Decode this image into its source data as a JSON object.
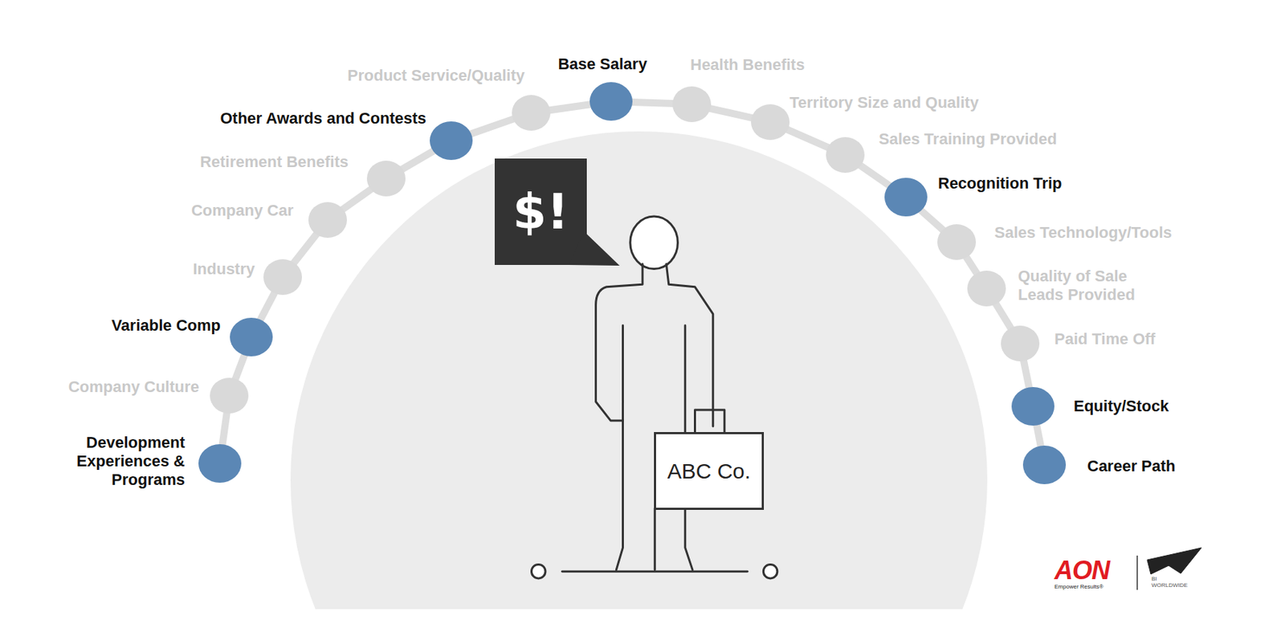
{
  "diagram": {
    "nodes": [
      {
        "text": [
          "Development Experiences & Programs"
        ]
      },
      {
        "text": [
          "Company Culture"
        ]
      },
      {
        "text": [
          "Variable Comp"
        ]
      },
      {
        "text": [
          "Industry"
        ]
      },
      {
        "text": [
          "Company Car"
        ]
      },
      {
        "text": [
          "Retirement Benefits"
        ]
      },
      {
        "text": [
          "Other Awards and Contests"
        ]
      },
      {
        "text": [
          "Product Service/Quality"
        ]
      },
      {
        "text": [
          "Base Salary"
        ]
      },
      {
        "text": [
          "Health Benefits"
        ]
      },
      {
        "text": [
          "Territory Size and Quality"
        ]
      },
      {
        "text": [
          "Sales Training Provided"
        ]
      },
      {
        "text": [
          "Recognition Trip"
        ]
      },
      {
        "text": [
          "Sales Technology/Tools"
        ]
      },
      {
        "text": [
          "Quality of Sale Leads Provided"
        ]
      },
      {
        "text": [
          "Paid Time Off"
        ]
      },
      {
        "text": [
          "Equity/Stock"
        ]
      },
      {
        "text": [
          "Career Path"
        ]
      },
      {
        "text": [
          "$!"
        ]
      },
      {
        "text": [
          "ABC Co."
        ]
      }
    ],
    "edges": [
      {
        "from": 0,
        "to": 1,
        "arrow": "none"
      },
      {
        "from": 1,
        "to": 2,
        "arrow": "none"
      },
      {
        "from": 2,
        "to": 3,
        "arrow": "none"
      },
      {
        "from": 3,
        "to": 4,
        "arrow": "none"
      },
      {
        "from": 4,
        "to": 5,
        "arrow": "none"
      },
      {
        "from": 5,
        "to": 6,
        "arrow": "none"
      },
      {
        "from": 6,
        "to": 7,
        "arrow": "none"
      },
      {
        "from": 7,
        "to": 8,
        "arrow": "none"
      },
      {
        "from": 8,
        "to": 9,
        "arrow": "none"
      },
      {
        "from": 9,
        "to": 10,
        "arrow": "none"
      },
      {
        "from": 10,
        "to": 11,
        "arrow": "none"
      },
      {
        "from": 11,
        "to": 12,
        "arrow": "none"
      },
      {
        "from": 12,
        "to": 13,
        "arrow": "none"
      },
      {
        "from": 13,
        "to": 14,
        "arrow": "none"
      },
      {
        "from": 14,
        "to": 15,
        "arrow": "none"
      },
      {
        "from": 15,
        "to": 16,
        "arrow": "none"
      },
      {
        "from": 16,
        "to": 17,
        "arrow": "none"
      }
    ],
    "labels": [
      "AON",
      "Empower Results®",
      "BI WORLDWIDE"
    ]
  }
}
